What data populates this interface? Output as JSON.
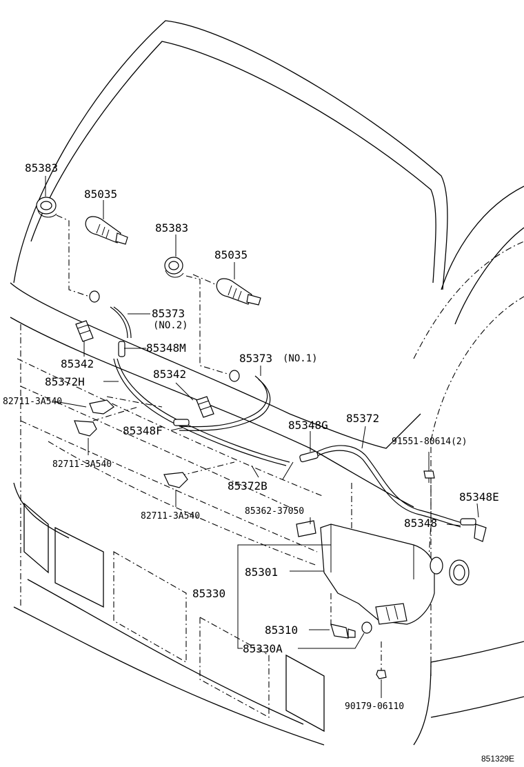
{
  "parts": {
    "nut_85383_a": "85383",
    "nozzle_85035_a": "85035",
    "nut_85383_b": "85383",
    "nozzle_85035_b": "85035",
    "hose_85373_no2": "85373",
    "hose_85373_no2_note": "(NO.2)",
    "joint_85348m": "85348M",
    "clamp_85342_a": "85342",
    "hose_85373_no1": "85373",
    "hose_85373_no1_note": "(NO.1)",
    "hose_85372h": "85372H",
    "clamp_85342_b": "85342",
    "clip_82711_a": "82711-3A540",
    "joint_85348f": "85348F",
    "joint_85348g": "85348G",
    "hose_85372": "85372",
    "bolt_91551": "91551-80614(2)",
    "clip_82711_b": "82711-3A540",
    "hose_85372b": "85372B",
    "joint_85348e": "85348E",
    "label_85362": "85362-37050",
    "joint_85348": "85348",
    "clip_82711_c": "82711-3A540",
    "tank_85301": "85301",
    "motor_85330": "85330",
    "grommet_85310": "85310",
    "motor_85330a": "85330A",
    "nut_90179": "90179-06110"
  },
  "figure_ref": "851329E"
}
